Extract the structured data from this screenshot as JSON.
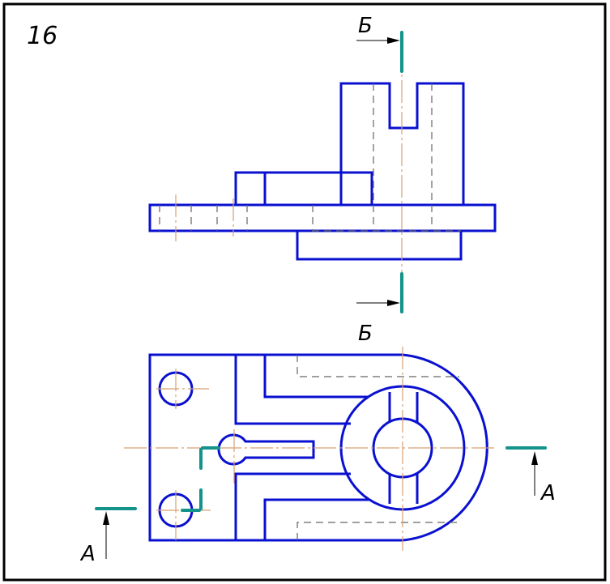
{
  "sheet": {
    "number": "16"
  },
  "section_labels": {
    "b_top": "Б",
    "b_bottom": "Б",
    "a_left": "А",
    "a_right": "А"
  },
  "colors": {
    "outline": "#0a10d0",
    "cut_plane": "#14938a",
    "centerline": "#d8a070",
    "hidden": "#666666"
  }
}
